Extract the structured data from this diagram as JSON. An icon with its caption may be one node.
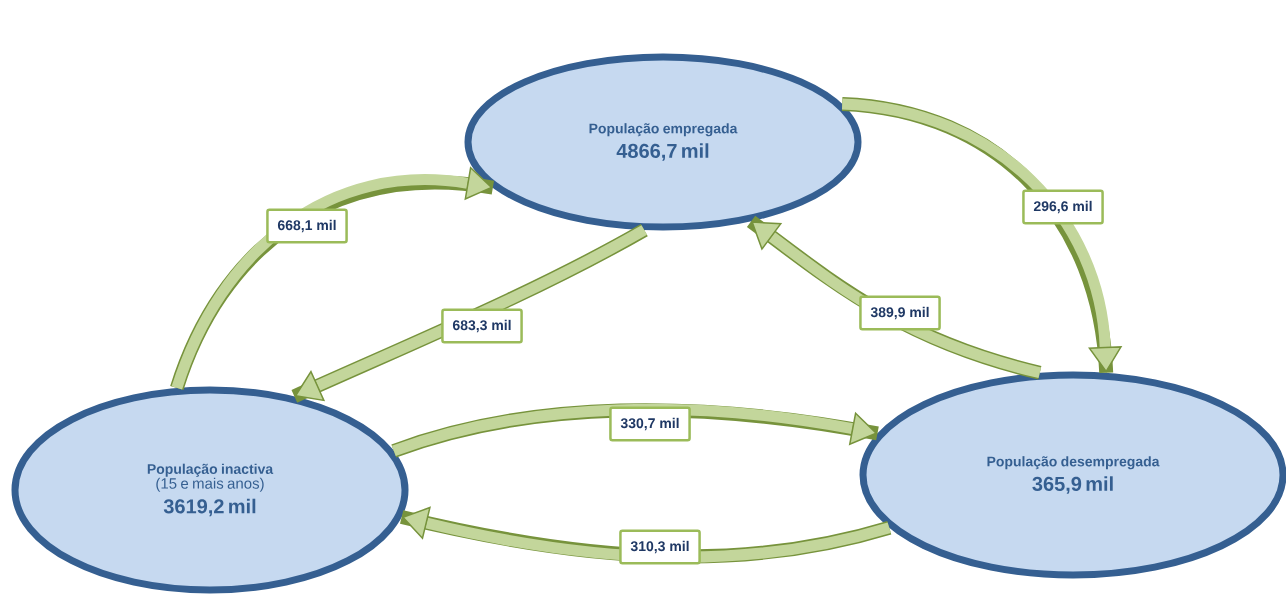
{
  "diagram": {
    "nodes": [
      {
        "text": [
          "População empregada",
          "4866,7 mil"
        ]
      },
      {
        "text": [
          "População inactiva",
          "(15 e mais anos)",
          "3619,2 mil"
        ]
      },
      {
        "text": [
          "População desempregada",
          "365,9 mil"
        ]
      }
    ],
    "edges": [
      {
        "from": 1,
        "to": 0,
        "arrow": "to",
        "label": "668,1 mil"
      },
      {
        "from": 0,
        "to": 1,
        "arrow": "to",
        "label": "683,3 mil"
      },
      {
        "from": 0,
        "to": 2,
        "arrow": "to",
        "label": "296,6 mil"
      },
      {
        "from": 2,
        "to": 0,
        "arrow": "to",
        "label": "389,9 mil"
      },
      {
        "from": 1,
        "to": 2,
        "arrow": "to",
        "label": "330,7 mil"
      },
      {
        "from": 2,
        "to": 1,
        "arrow": "to",
        "label": "310,3 mil"
      }
    ]
  }
}
